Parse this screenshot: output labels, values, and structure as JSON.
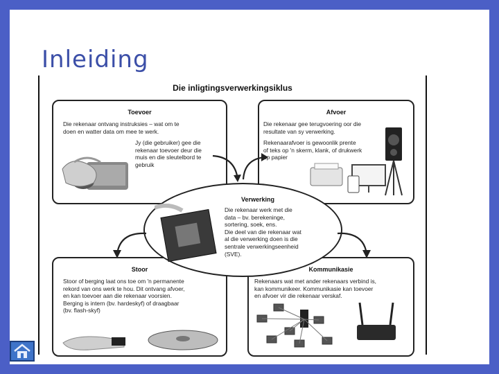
{
  "slide": {
    "title": "Inleiding"
  },
  "figure": {
    "title": "Die inligtingsverwerkingsiklus",
    "toevoer": {
      "title": "Toevoer",
      "p1": [
        "Die rekenaar ontvang instruksies – wat om te",
        "doen en watter data om mee te werk."
      ],
      "p2": [
        "Jy (die gebruiker) gee die",
        "rekenaar toevoer deur die",
        "muis en die sleutelbord te",
        "gebruik"
      ]
    },
    "afvoer": {
      "title": "Afvoer",
      "p1": [
        "Die rekenaar gee terugvoering oor die",
        "resultate van sy verwerking."
      ],
      "p2": [
        "Rekenaarafvoer is gewoonlik prente",
        "of teks op 'n skerm, klank, of drukwerk",
        "op papier"
      ]
    },
    "verwerking": {
      "title": "Verwerking",
      "p1": [
        "Die rekenaar werk met die",
        "data – bv. berekeninge,",
        "sortering, soek, ens."
      ],
      "p2": [
        "Die deel van die rekenaar wat",
        "al die verwerking doen is die",
        "sentrale verwerkingseenheid",
        "(SVE)."
      ]
    },
    "stoor": {
      "title": "Stoor",
      "p1": [
        "Stoor of berging laat ons toe om 'n permanente",
        "rekord van ons werk te hou. Dit ontvang afvoer,",
        "en kan toevoer aan die rekenaar voorsien."
      ],
      "p2": [
        "Berging is intern (bv. hardeskyf) of draagbaar",
        "(bv. flash-skyf)"
      ]
    },
    "kommunikasie": {
      "title": "Kommunikasie",
      "p1": [
        "Rekenaars wat met ander rekenaars verbind is,",
        "kan kommunikeer. Kommunikasie kan toevoer",
        "en afvoer vir die rekenaar verskaf."
      ]
    }
  },
  "nav": {
    "home_icon": "home-icon"
  },
  "colors": {
    "background": "#4b5fc6",
    "title": "#3c4fa8",
    "home": "#3f74c9"
  }
}
